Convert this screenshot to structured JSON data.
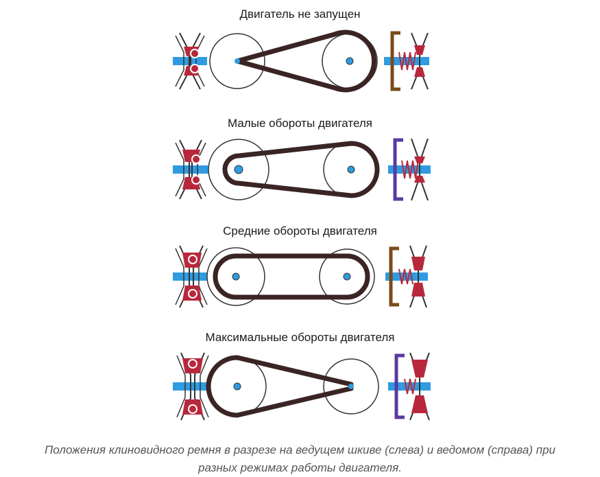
{
  "stages": [
    {
      "title": "Двигатель не запущен",
      "belt": "idle"
    },
    {
      "title": "Малые обороты двигателя",
      "belt": "low"
    },
    {
      "title": "Средние обороты двигателя",
      "belt": "mid"
    },
    {
      "title": "Максимальные обороты двигателя",
      "belt": "max"
    }
  ],
  "caption": {
    "line1": "Положения клиновидного ремня в разрезе на ведущем шкиве (слева) и ведомом (справа) при",
    "line2": "разных режимах работы двигателя."
  },
  "colors": {
    "belt": "#3a2424",
    "shaft": "#2f9be0",
    "pulley_red": "#b8283c",
    "spring": "#b8283c",
    "cup_brown": "#7a4a1a",
    "cup_purple": "#5a3aa0",
    "outline": "#333333"
  }
}
